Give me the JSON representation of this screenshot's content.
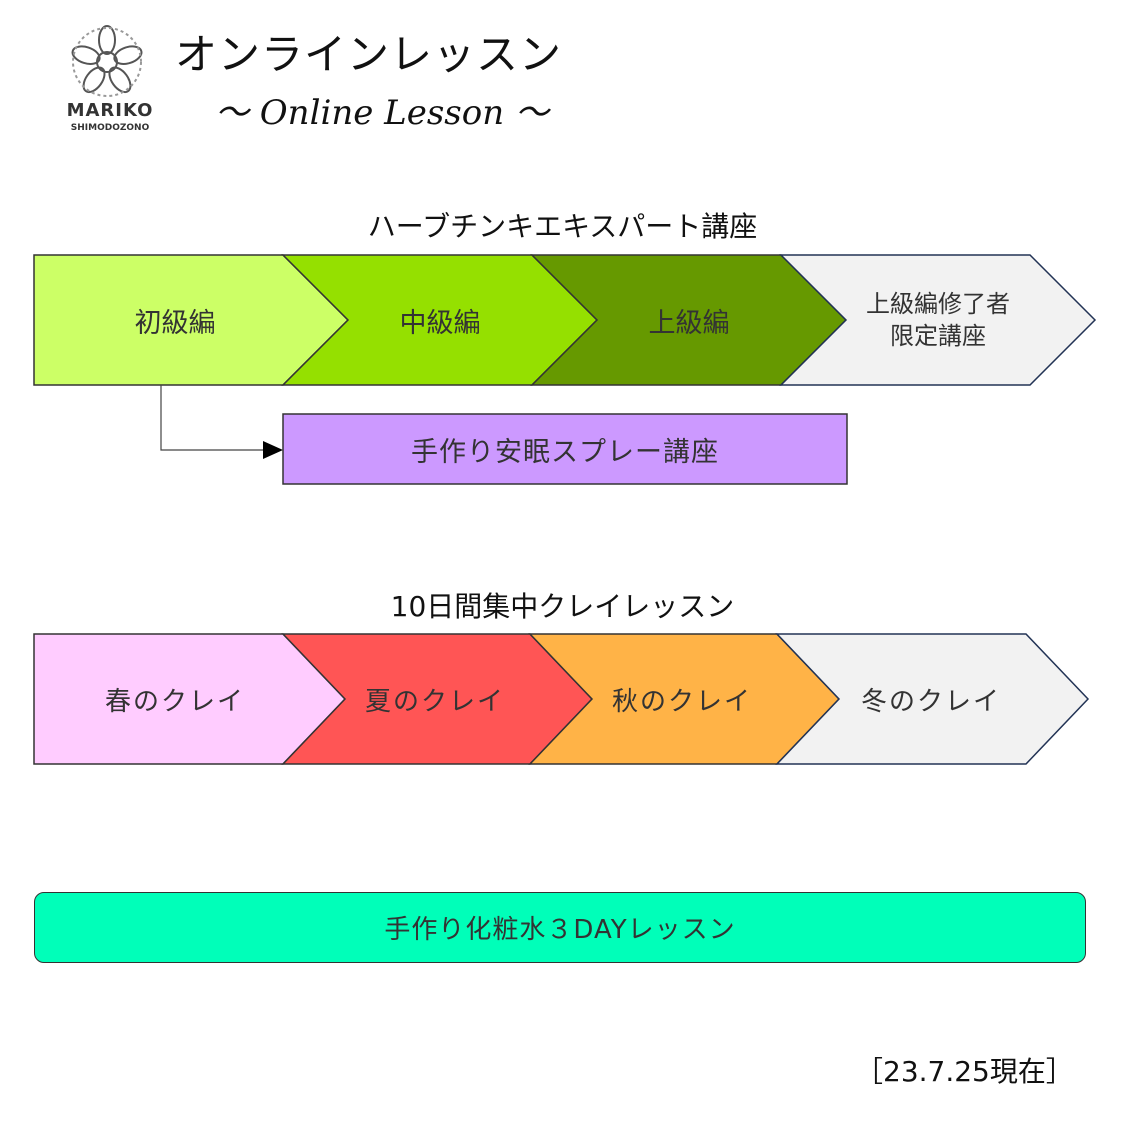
{
  "logo": {
    "line1": "MARIKO",
    "line2": "SHIMODOZONO"
  },
  "title": {
    "main": "オンラインレッスン",
    "sub": "～ Online Lesson ～"
  },
  "section1": {
    "title": "ハーブチンキエキスパート講座",
    "steps": [
      {
        "label": "初級編",
        "color": "#ccff66"
      },
      {
        "label": "中級編",
        "color": "#95e000"
      },
      {
        "label": "上級編",
        "color": "#669900"
      },
      {
        "label_line1": "上級編修了者",
        "label_line2": "限定講座",
        "color": "#f2f2f2"
      }
    ],
    "branch": {
      "label": "手作り安眠スプレー講座",
      "color": "#cc99ff"
    }
  },
  "section2": {
    "title": "10日間集中クレイレッスン",
    "steps": [
      {
        "label": "春のクレイ",
        "color": "#ffccff"
      },
      {
        "label": "夏のクレイ",
        "color": "#ff5555"
      },
      {
        "label": "秋のクレイ",
        "color": "#ffb347"
      },
      {
        "label": "冬のクレイ",
        "color": "#f2f2f2"
      }
    ]
  },
  "section3": {
    "label": "手作り化粧水３DAYレッスン",
    "color": "#00ffb9"
  },
  "date": "［23.7.25現在］"
}
